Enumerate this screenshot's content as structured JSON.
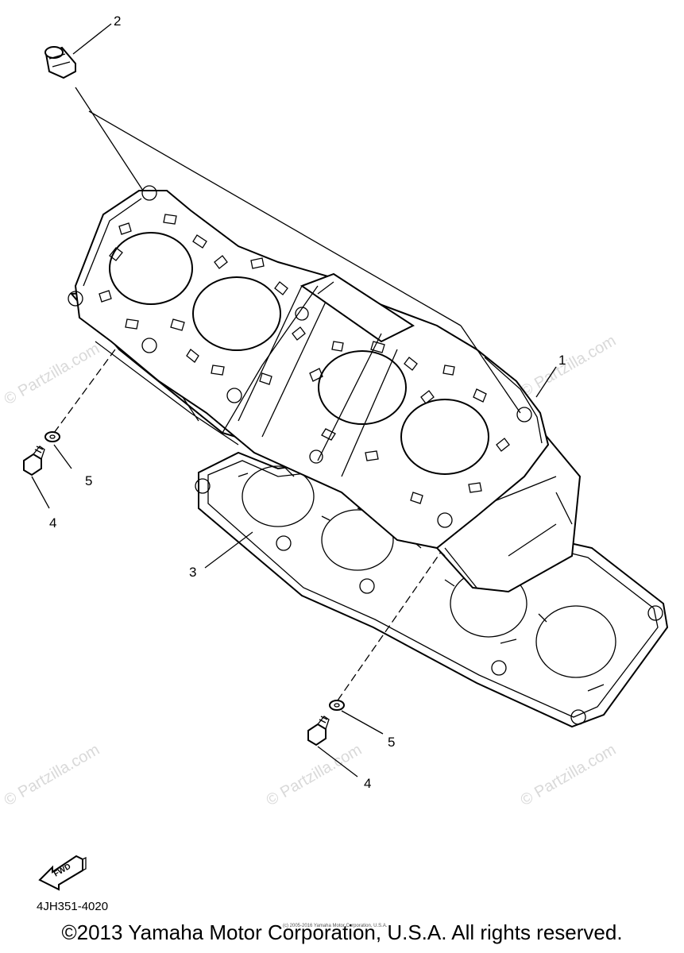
{
  "callouts": [
    {
      "id": "c1",
      "label": "1"
    },
    {
      "id": "c2",
      "label": "2"
    },
    {
      "id": "c3",
      "label": "3"
    },
    {
      "id": "c4a",
      "label": "4"
    },
    {
      "id": "c4b",
      "label": "4"
    },
    {
      "id": "c5a",
      "label": "5"
    },
    {
      "id": "c5b",
      "label": "5"
    }
  ],
  "watermark": "© Partzilla.com",
  "fwd_label": "FWD",
  "part_code": "4JH351-4020",
  "copyright": "©2013 Yamaha Motor Corporation, U.S.A. All rights reserved.",
  "tiny_note": "(c) 2005-2016 Yamaha Motor Corporation, U.S.A."
}
